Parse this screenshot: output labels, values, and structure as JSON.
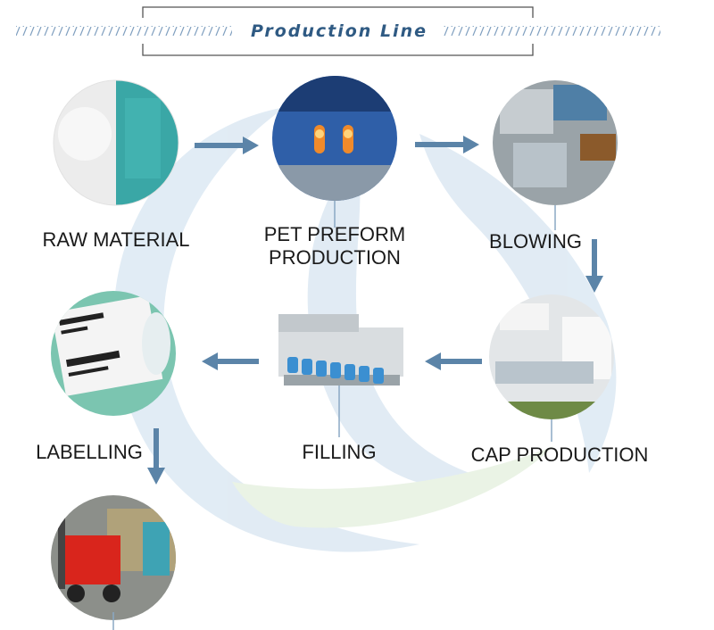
{
  "header": {
    "title": "Production Line"
  },
  "steps": [
    {
      "label": "RAW MATERIAL"
    },
    {
      "label_line1": "PET PREFORM",
      "label_line2": "PRODUCTION"
    },
    {
      "label": "BLOWING"
    },
    {
      "label": "CAP PRODUCTION"
    },
    {
      "label": "FILLING"
    },
    {
      "label": "LABELLING"
    },
    {
      "label": ""
    }
  ],
  "colors": {
    "accent": "#2f5a83",
    "arrow": "#5b84a8",
    "watermark": "#c9dcec",
    "watermark_green": "#d9ead0"
  },
  "icons": {
    "watermark": "wave-logo-icon",
    "arrow": "arrow-icon"
  }
}
